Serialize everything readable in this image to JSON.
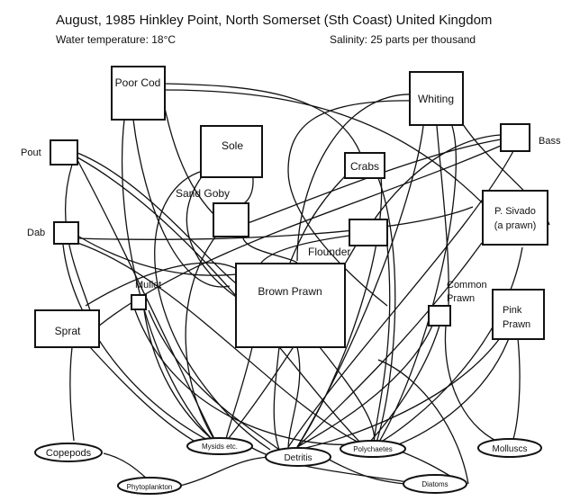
{
  "header": {
    "title": "August, 1985 Hinkley Point, North Somerset (Sth Coast) United Kingdom",
    "water_temperature": "Water temperature: 18°C",
    "salinity": "Salinity: 25 parts per thousand"
  },
  "nodes": {
    "poor_cod": "Poor Cod",
    "whiting": "Whiting",
    "bass": "Bass",
    "pout": "Pout",
    "sole": "Sole",
    "crabs": "Crabs",
    "sand_goby": "Sand Goby",
    "p_sivado_1": "P. Sivado",
    "p_sivado_2": "(a prawn)",
    "dab": "Dab",
    "flounder": "Flounder",
    "mullet": "Mullet",
    "brown_prawn": "Brown Prawn",
    "common_prawn_1": "Common",
    "common_prawn_2": "Prawn",
    "pink_prawn_1": "Pink",
    "pink_prawn_2": "Prawn",
    "sprat": "Sprat",
    "copepods": "Copepods",
    "mysids": "Mysids etc.",
    "detritis": "Detritis",
    "polychaetes": "Polychaetes",
    "molluscs": "Molluscs",
    "phytoplankton": "Phytoplankton",
    "diatoms": "Diatoms"
  }
}
